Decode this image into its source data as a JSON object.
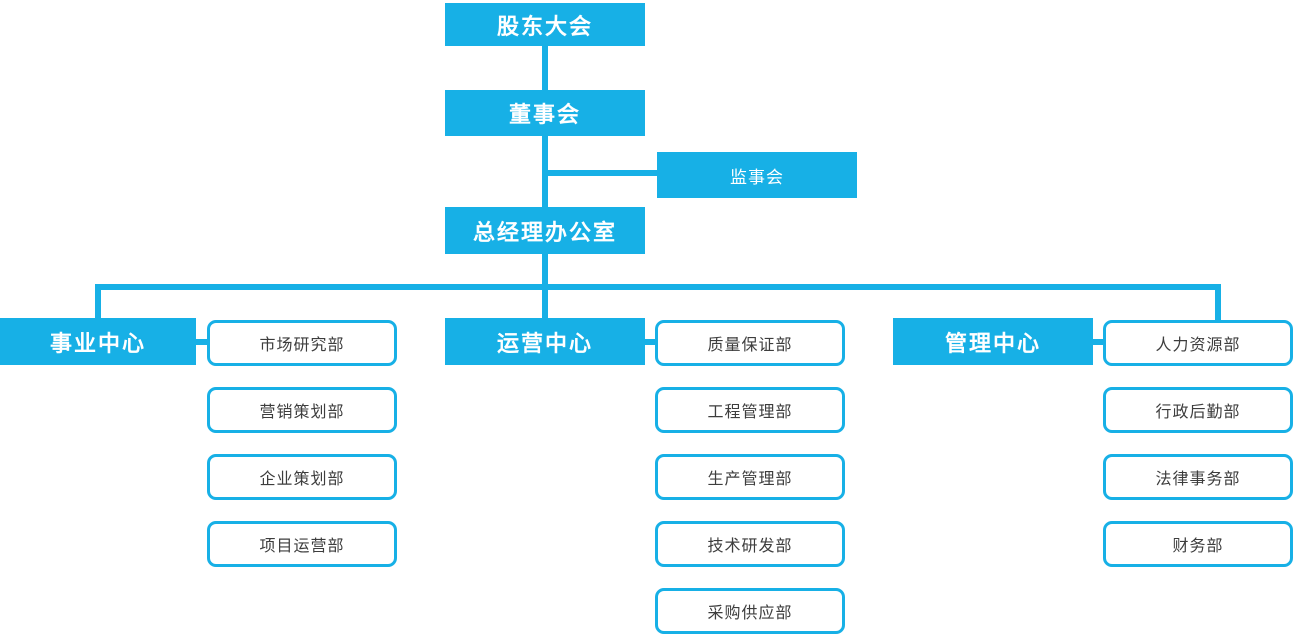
{
  "org_chart": {
    "root": "股东大会",
    "board": "董事会",
    "supervisory": "监事会",
    "gm_office": "总经理办公室",
    "centers": [
      {
        "name": "事业中心",
        "departments": [
          "市场研究部",
          "营销策划部",
          "企业策划部",
          "项目运营部"
        ]
      },
      {
        "name": "运营中心",
        "departments": [
          "质量保证部",
          "工程管理部",
          "生产管理部",
          "技术研发部",
          "采购供应部"
        ]
      },
      {
        "name": "管理中心",
        "departments": [
          "人力资源部",
          "行政后勤部",
          "法律事务部",
          "财务部"
        ]
      }
    ],
    "colors": {
      "accent": "#17b0e6",
      "node_text": "#ffffff",
      "department_text": "#3d3d3d",
      "background": "#ffffff"
    }
  }
}
